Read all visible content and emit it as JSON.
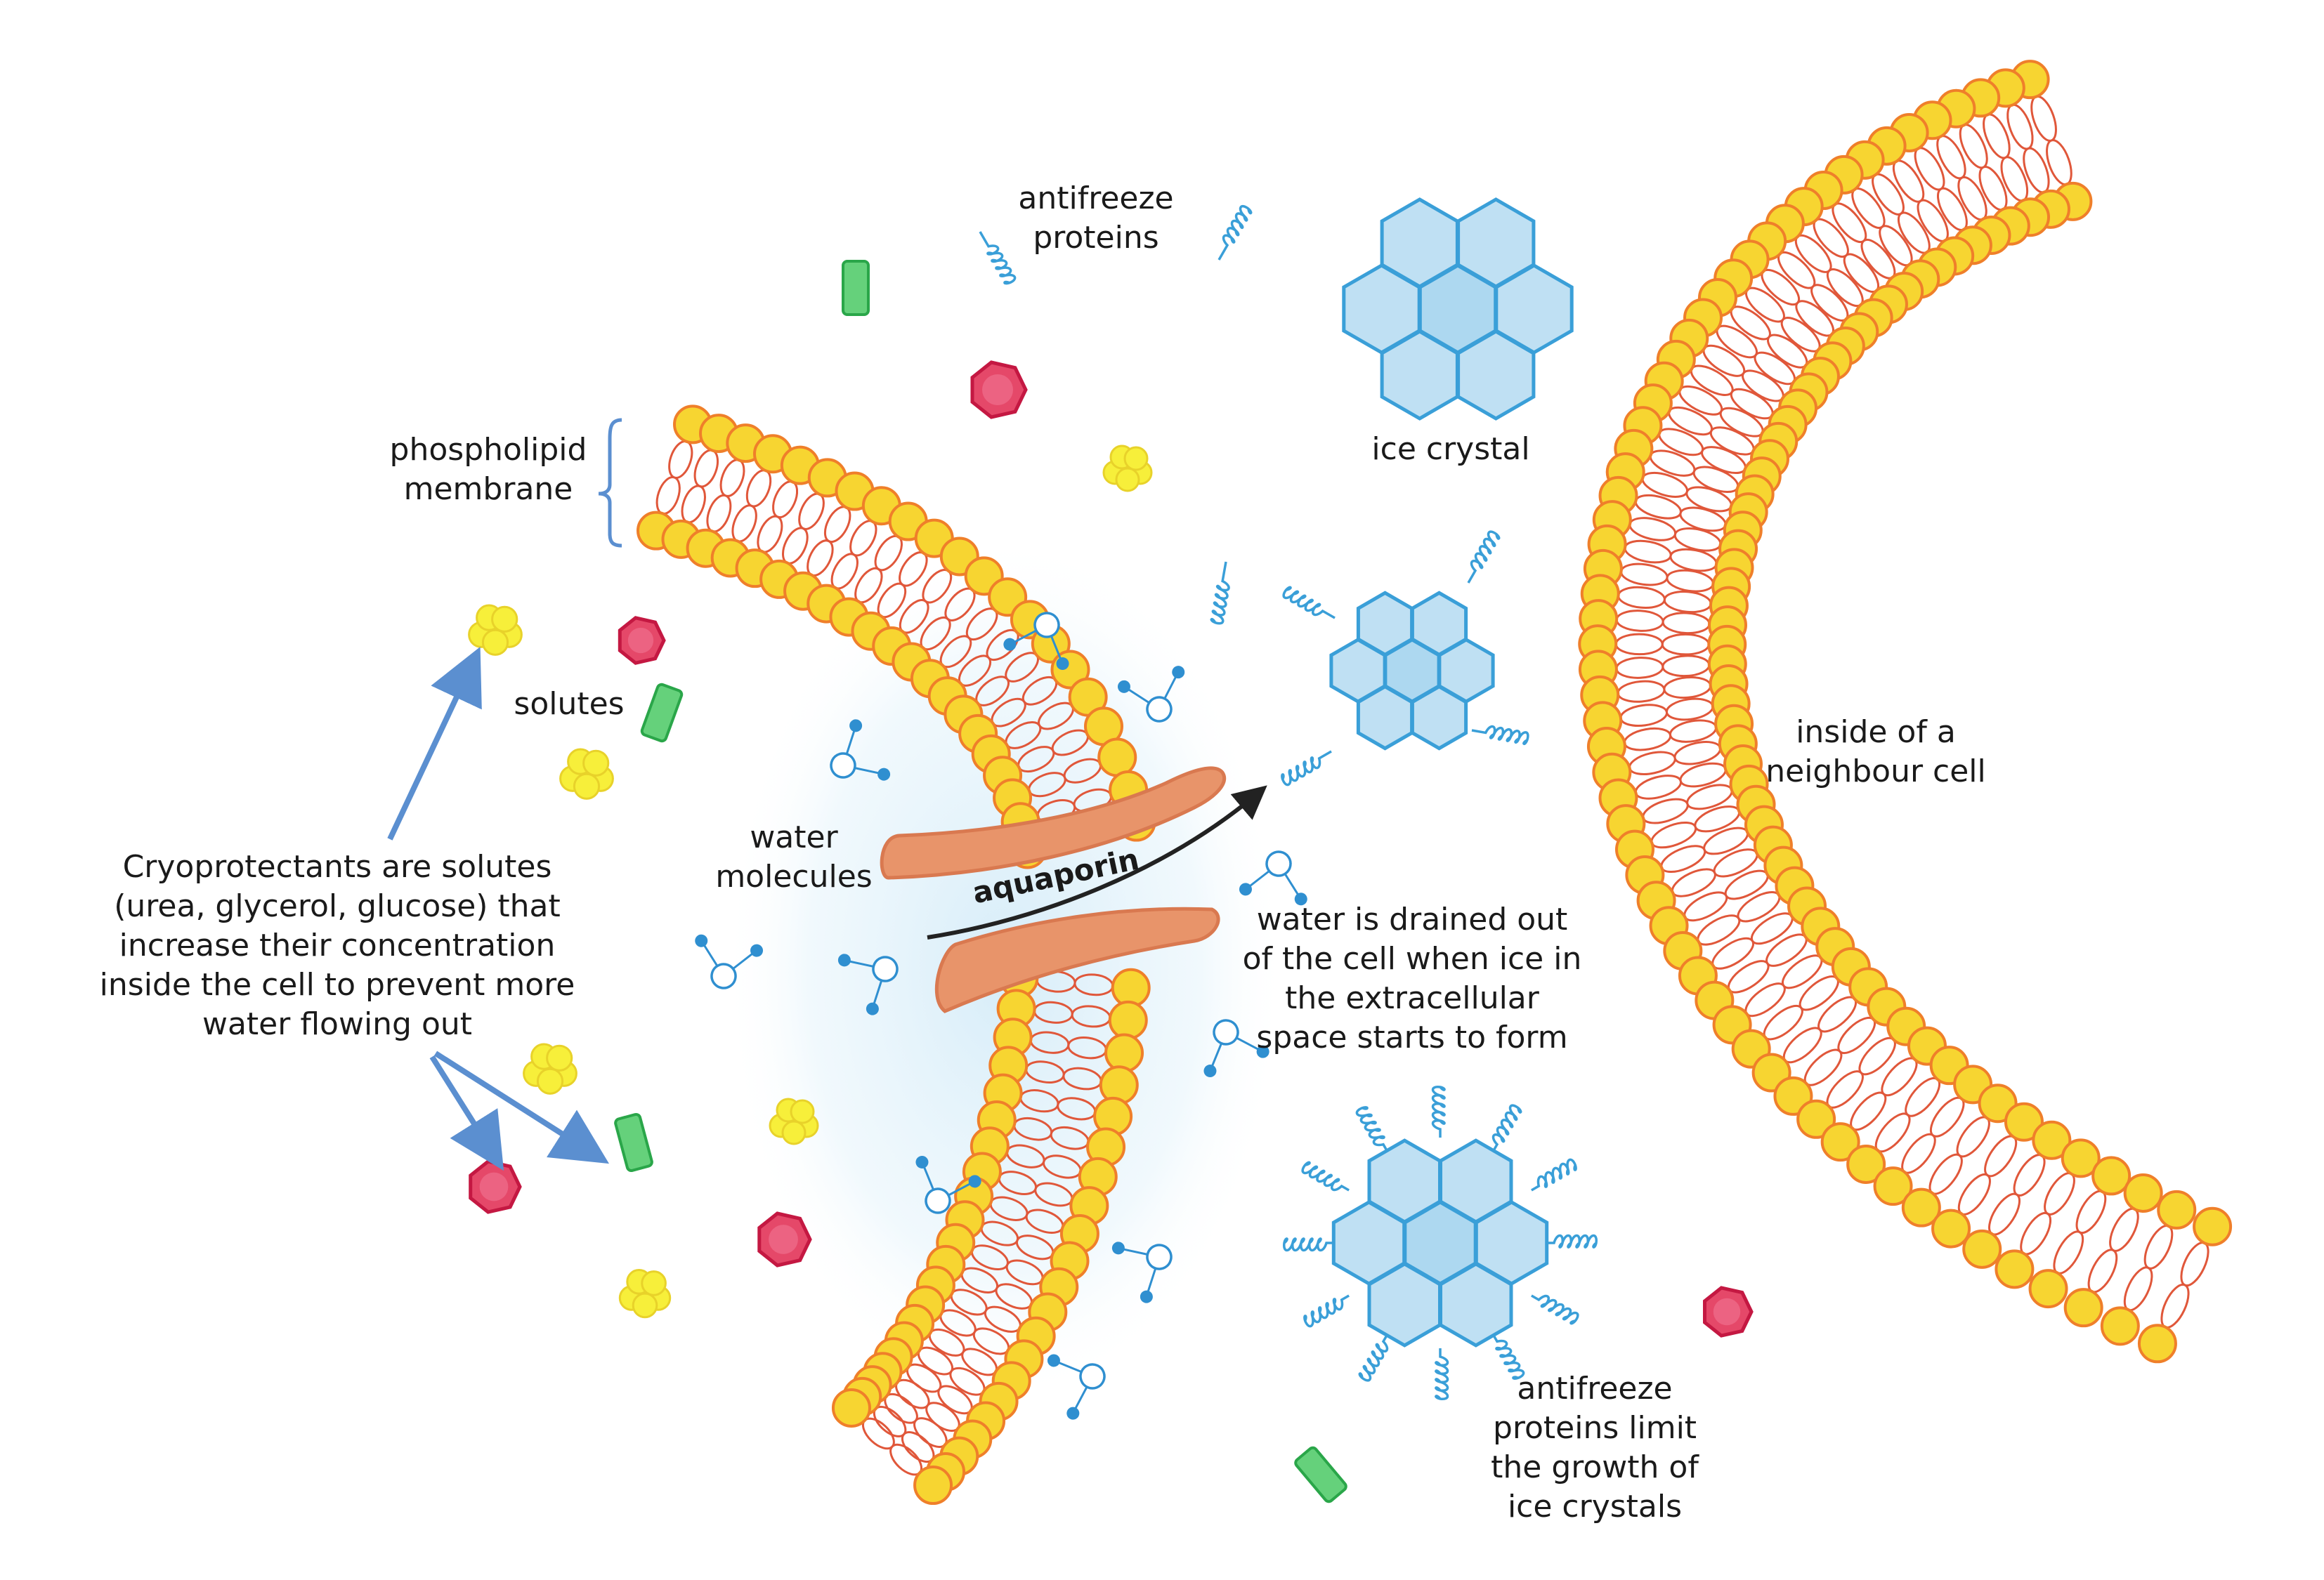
{
  "labels": {
    "antifreeze_proteins": [
      "antifreeze",
      "proteins"
    ],
    "ice_crystal": "ice crystal",
    "phospholipid_membrane": [
      "phospholipid",
      "membrane"
    ],
    "solutes": "solutes",
    "water_molecules": [
      "water",
      "molecules"
    ],
    "aquaporin": "aquaporin",
    "cryoprotectants": [
      "Cryoprotectants are solutes",
      "(urea, glycerol, glucose) that",
      "increase their concentration",
      "inside the cell to prevent more",
      "water flowing out"
    ],
    "water_drained": [
      "water is drained out",
      "of the cell when ice in",
      "the extracellular",
      "space starts to form"
    ],
    "inside_neighbour_cell": [
      "inside of a",
      "neighbour cell"
    ],
    "antifreeze_limit": [
      "antifreeze",
      "proteins limit",
      "the growth of",
      "ice crystals"
    ]
  },
  "colors": {
    "phospholipid_head": "#f7d531",
    "phospholipid_outline": "#ef7f2a",
    "tail": "#e0573a",
    "aquaporin": "#e8946a",
    "ice": "#3a9fd8",
    "ice_fill": "#a9d6ef",
    "water": "#2f8fd0",
    "solute_red": "#e0284f",
    "solute_yellow": "#f7ef3a",
    "solute_green": "#3ec65a",
    "arrow_blue": "#5b8fd0",
    "arrow_dark": "#222222"
  }
}
